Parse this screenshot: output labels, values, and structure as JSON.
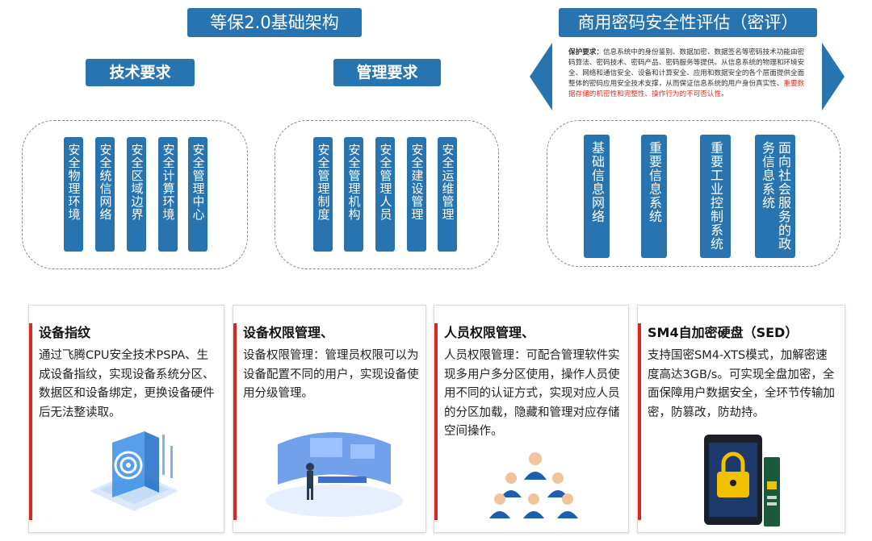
{
  "header": {
    "dengbao_title": "等保2.0基础架构",
    "mipin_title": "商用密码安全性评估（密评）"
  },
  "tech": {
    "title": "技术要求",
    "items": [
      "安全物理环境",
      "安全统信网络",
      "安全区域边界",
      "安全计算环境",
      "安全管理中心"
    ]
  },
  "mgmt": {
    "title": "管理要求",
    "items": [
      "安全管理制度",
      "安全管理机构",
      "安全管理人员",
      "安全建设管理",
      "安全运维管理"
    ]
  },
  "eval": {
    "label": "保护要求：",
    "text": "信息系统中的身份鉴别、数据加密、数据签名等密码技术功能由密码算法、密码技术、密码产品、密码服务等提供。从信息系统的物理和环境安全、网络和通信安全、设备和计算安全、应用和数据安全的各个层面提供全面整体的密码应用安全技术支撑，从而保证信息系统的用户身份真实性、",
    "highlight": "重要数据存储的机密性和完整性、操作行为的不可否认性",
    "end": "。",
    "items": [
      "基础信息网络",
      "重要信息系统",
      "重要工业控制系统",
      "面向社会服务的政务信息系统"
    ]
  },
  "cards": [
    {
      "title": "设备指纹",
      "body": "通过飞腾CPU安全技术PSPA、生成设备指纹，实现设备系统分区、数据区和设备绑定，更换设备硬件后无法整读取。"
    },
    {
      "title": "设备权限管理、",
      "body": "设备权限管理：管理员权限可以为设备配置不同的用户，实现设备使用分级管理。"
    },
    {
      "title": "人员权限管理、",
      "body": "人员权限管理：可配合管理软件实现多用户多分区使用，操作人员使用不同的认证方式，实现对应人员的分区加载，隐藏和管理对应存储空间操作。"
    },
    {
      "title": "SM4自加密硬盘（SED）",
      "body": "支持国密SM4-XTS模式，加解密速度高达3GB/s。可实现全盘加密，全面保障用户数据安全，全环节传输加密，防篡改，防劫持。"
    }
  ],
  "colors": {
    "accent_blue": "#2874b0",
    "accent_red": "#d62a20",
    "highlight_red": "#e0301e"
  }
}
